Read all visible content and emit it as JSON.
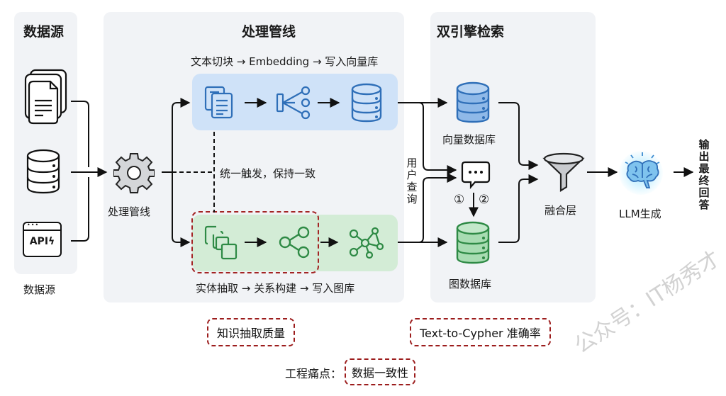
{
  "sections": {
    "data_source": {
      "title": "数据源",
      "caption": "数据源",
      "items": [
        {
          "icon": "documents-icon"
        },
        {
          "icon": "database-icon"
        },
        {
          "icon": "api-icon",
          "label": "API"
        }
      ]
    },
    "pipeline": {
      "title": "处理管线",
      "gear_label": "处理管线",
      "vector_flow_label": "文本切块 → Embedding → 写入向量库",
      "graph_flow_label": "实体抽取 → 关系构建 → 写入图库",
      "sync_label": "统一触发，保持一致"
    },
    "retrieval": {
      "title": "双引擎检索",
      "vector_db_label": "向量数据库",
      "graph_db_label": "图数据库",
      "user_query_label": "用户查询",
      "step_labels": [
        "①",
        "②"
      ],
      "fusion_label": "融合层"
    },
    "generation": {
      "llm_label": "LLM生成",
      "output_label": "输出最终回答"
    }
  },
  "pain_points": {
    "knowledge_extraction": "知识抽取质量",
    "text_to_cypher": "Text-to-Cypher 准确率",
    "prefix": "工程痛点：",
    "consistency": "数据一致性"
  },
  "watermark": "公众号：IT杨秀才",
  "colors": {
    "panel_bg": "#f1f3f6",
    "vector_blue": "#2f6fb8",
    "vector_box": "#cfe2f8",
    "graph_green": "#2e8a45",
    "graph_box": "#d3ecd6",
    "pain_red": "#a32424"
  }
}
